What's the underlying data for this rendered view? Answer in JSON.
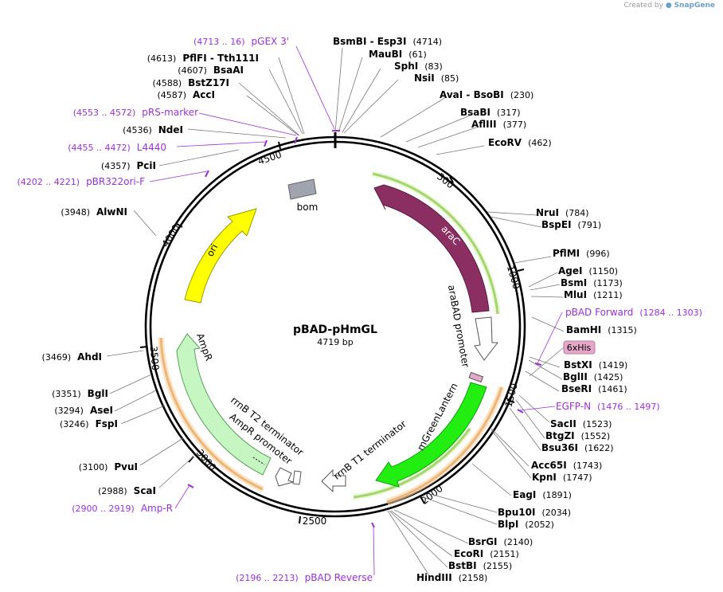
{
  "credit": {
    "prefix": "Created by",
    "brand": "SnapGene"
  },
  "plasmid": {
    "name": "pBAD-pHmGL",
    "length_label": "4719 bp",
    "length": 4719
  },
  "ticks": [
    {
      "pos": 500,
      "label": "500"
    },
    {
      "pos": 1000,
      "label": "1000"
    },
    {
      "pos": 1500,
      "label": "1500"
    },
    {
      "pos": 2000,
      "label": "2000"
    },
    {
      "pos": 2500,
      "label": "2500"
    },
    {
      "pos": 3000,
      "label": "3000"
    },
    {
      "pos": 3500,
      "label": "3500"
    },
    {
      "pos": 4000,
      "label": "4000"
    },
    {
      "pos": 4500,
      "label": "4500"
    }
  ],
  "features": [
    {
      "name": "araC",
      "color": "#8b2f63",
      "label_inside": true
    },
    {
      "name": "araBAD promoter",
      "color": "#ffffff"
    },
    {
      "name": "6xHis",
      "color": "#e6a8c8"
    },
    {
      "name": "mGreenLantern",
      "color": "#22ee11"
    },
    {
      "name": "rrnB T1 terminator",
      "color": "#ffffff"
    },
    {
      "name": "rrnB T2 terminator",
      "color": "#ffffff"
    },
    {
      "name": "AmpR promoter",
      "color": "#ffffff"
    },
    {
      "name": "AmpR",
      "color": "#c6f7c3"
    },
    {
      "name": "ori",
      "color": "#ffff00"
    },
    {
      "name": "bom",
      "color": "#a0a4ae"
    }
  ],
  "sites": [
    {
      "name": "BsmBI",
      "name2": "Esp3I",
      "pos": "(4714)"
    },
    {
      "name": "MauBI",
      "pos": "(61)"
    },
    {
      "name": "SphI",
      "pos": "(83)"
    },
    {
      "name": "NsiI",
      "pos": "(85)"
    },
    {
      "name": "AvaI",
      "name2": "BsoBI",
      "pos": "(230)"
    },
    {
      "name": "BsaBI",
      "pos": "(317)"
    },
    {
      "name": "AflIII",
      "pos": "(377)"
    },
    {
      "name": "EcoRV",
      "pos": "(462)"
    },
    {
      "name": "NruI",
      "pos": "(784)"
    },
    {
      "name": "BspEI",
      "pos": "(791)"
    },
    {
      "name": "PflMI",
      "pos": "(996)"
    },
    {
      "name": "AgeI",
      "pos": "(1150)"
    },
    {
      "name": "BsmI",
      "pos": "(1173)"
    },
    {
      "name": "MluI",
      "pos": "(1211)"
    },
    {
      "name": "BamHI",
      "pos": "(1315)"
    },
    {
      "name": "BstXI",
      "pos": "(1419)"
    },
    {
      "name": "BglII",
      "pos": "(1425)"
    },
    {
      "name": "BseRI",
      "pos": "(1461)"
    },
    {
      "name": "SacII",
      "pos": "(1523)"
    },
    {
      "name": "BtgZI",
      "pos": "(1552)"
    },
    {
      "name": "Bsu36I",
      "pos": "(1622)"
    },
    {
      "name": "Acc65I",
      "pos": "(1743)"
    },
    {
      "name": "KpnI",
      "pos": "(1747)"
    },
    {
      "name": "EagI",
      "pos": "(1891)"
    },
    {
      "name": "Bpu10I",
      "pos": "(2034)"
    },
    {
      "name": "BlpI",
      "pos": "(2052)"
    },
    {
      "name": "BsrGI",
      "pos": "(2140)"
    },
    {
      "name": "EcoRI",
      "pos": "(2151)"
    },
    {
      "name": "BstBI",
      "pos": "(2155)"
    },
    {
      "name": "HindIII",
      "pos": "(2158)"
    },
    {
      "name": "ScaI",
      "pos": "(2988)"
    },
    {
      "name": "PvuI",
      "pos": "(3100)"
    },
    {
      "name": "FspI",
      "pos": "(3246)"
    },
    {
      "name": "AseI",
      "pos": "(3294)"
    },
    {
      "name": "BglI",
      "pos": "(3351)"
    },
    {
      "name": "AhdI",
      "pos": "(3469)"
    },
    {
      "name": "AlwNI",
      "pos": "(3948)"
    },
    {
      "name": "PciI",
      "pos": "(4357)"
    },
    {
      "name": "NdeI",
      "pos": "(4536)"
    },
    {
      "name": "AccI",
      "pos": "(4587)"
    },
    {
      "name": "BstZ17I",
      "pos": "(4588)"
    },
    {
      "name": "BsaAI",
      "pos": "(4607)"
    },
    {
      "name": "PflFI",
      "name2": "Tth111I",
      "pos": "(4613)"
    }
  ],
  "primers": [
    {
      "name": "pGEX 3'",
      "range": "(4713 .. 16)"
    },
    {
      "name": "pRS-marker",
      "range": "(4553 .. 4572)"
    },
    {
      "name": "L4440",
      "range": "(4455 .. 4472)"
    },
    {
      "name": "pBR322ori-F",
      "range": "(4202 .. 4221)"
    },
    {
      "name": "pBAD Forward",
      "range": "(1284 .. 1303)"
    },
    {
      "name": "EGFP-N",
      "range": "(1476 .. 1497)"
    },
    {
      "name": "Amp-R",
      "range": "(2900 .. 2919)"
    },
    {
      "name": "pBAD Reverse",
      "range": "(2196 .. 2213)"
    }
  ]
}
